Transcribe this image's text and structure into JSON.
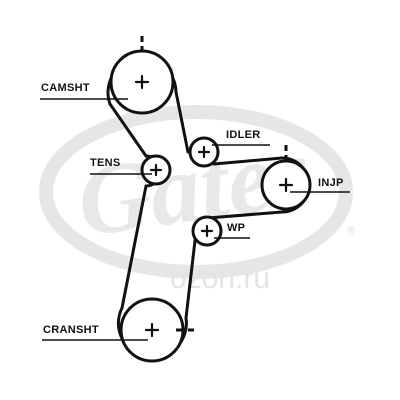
{
  "diagram": {
    "labels": {
      "camshaft": "CAMSHT",
      "idler": "IDLER",
      "tensioner": "TENS",
      "injection_pump": "INJP",
      "water_pump": "WP",
      "crankshaft": "CRANSHT"
    },
    "watermark": {
      "brand_text": "Gates",
      "registered_mark": "®",
      "site_text": "ozon.ru"
    },
    "colors": {
      "ink": "#111111",
      "watermark": "#e6e6e6"
    }
  }
}
